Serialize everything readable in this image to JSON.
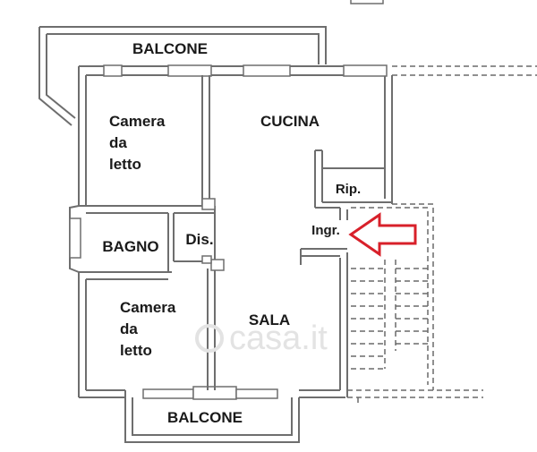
{
  "plan": {
    "rooms": {
      "balcone_top": "BALCONE",
      "camera_top": [
        "Camera",
        "da",
        "letto"
      ],
      "cucina": "CUCINA",
      "rip": "Rip.",
      "ingr": "Ingr.",
      "bagno": "BAGNO",
      "dis": "Dis.",
      "camera_bottom": [
        "Camera",
        "da",
        "letto"
      ],
      "sala": "SALA",
      "balcone_bottom": "BALCONE"
    },
    "watermark": "casa.it",
    "colors": {
      "wall": "#6e6e6e",
      "wall_fill": "#ffffff",
      "arrow": "#d8202a",
      "dashed": "#6a6a6a"
    }
  }
}
